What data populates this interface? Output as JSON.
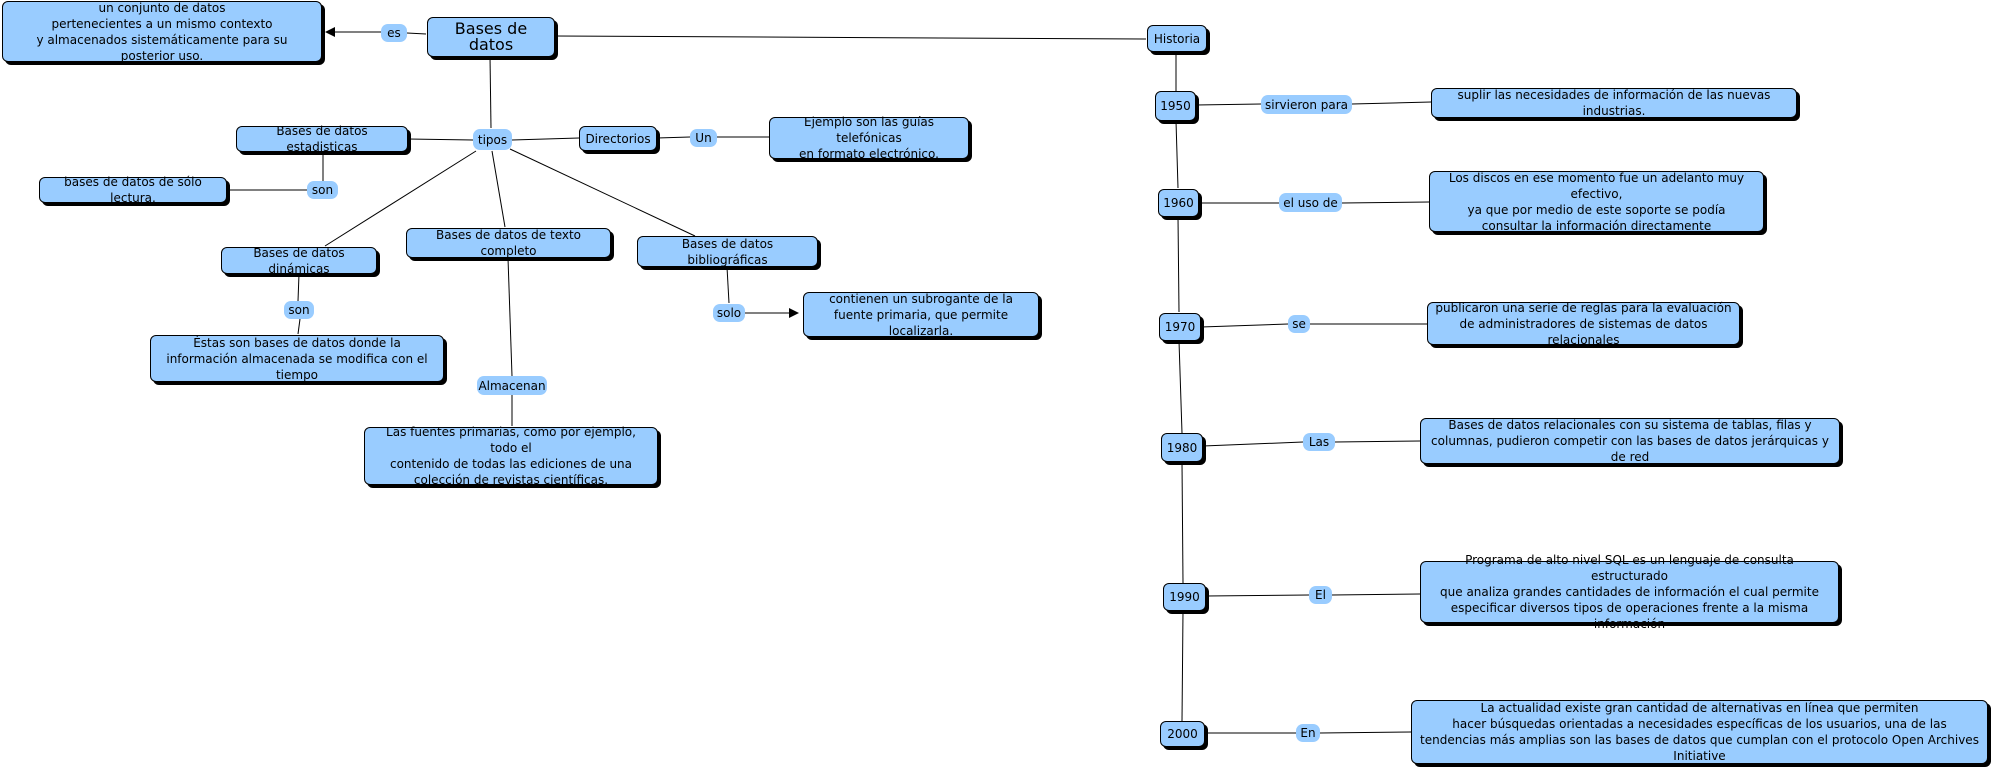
{
  "concepts": {
    "main": "Bases de datos",
    "definition": "un conjunto de datos\npertenecientes a un mismo contexto\ny almacenados sistemáticamente para su posterior uso.",
    "tipos": "tipos",
    "estadisticas": "Bases de datos estadisticas",
    "solo_lectura": "bases de datos de sólo lectura.",
    "directorios": "Directorios",
    "guias": "Ejemplo son las guías telefónicas\nen formato electrónico.",
    "dinamicas": "Bases de datos dinámicas",
    "dinamicas_desc": "Éstas son bases de datos donde la\ninformación almacenada se modifica con el tiempo",
    "texto_completo": "Bases de datos de texto completo",
    "fuentes": "Las fuentes primarias, como por ejemplo, todo el\ncontenido de todas las ediciones de una\ncolección de revistas científicas.",
    "bibliograficas": "Bases de datos bibliográficas",
    "subrogante": "contienen un subrogante de la\nfuente primaria, que permite localizarla.",
    "historia": "Historia"
  },
  "links": {
    "es": "es",
    "son1": "son",
    "un": "Un",
    "son2": "son",
    "almacenan": "Almacenan",
    "solo": "solo"
  },
  "timeline": [
    {
      "year": "1950",
      "link": "sirvieron para",
      "text": "suplir las necesidades de información de las nuevas industrias."
    },
    {
      "year": "1960",
      "link": "el uso de",
      "text": "Los discos en ese momento fue un adelanto muy efectivo,\nya que por medio de este soporte se podía\nconsultar la información directamente"
    },
    {
      "year": "1970",
      "link": "se",
      "text": "publicaron una serie de reglas para la evaluación\nde administradores de sistemas de datos relacionales"
    },
    {
      "year": "1980",
      "link": "Las",
      "text": "Bases de datos relacionales con su sistema de tablas, filas y\ncolumnas, pudieron competir con las bases de datos jerárquicas y de red"
    },
    {
      "year": "1990",
      "link": "El",
      "text": "Programa de alto nivel SQL es un lenguaje de consulta estructurado\nque analiza grandes cantidades de información el cual permite\nespecificar diversos tipos de operaciones frente a la misma información"
    },
    {
      "year": "2000",
      "link": "En",
      "text": "La actualidad existe gran cantidad de alternativas en línea que permiten\nhacer búsquedas orientadas a necesidades específicas de los usuarios, una de las\ntendencias más amplias son las bases de datos que cumplan con el protocolo Open Archives Initiative"
    }
  ],
  "colors": {
    "node_fill": "#99ccff",
    "stroke": "#000000"
  }
}
